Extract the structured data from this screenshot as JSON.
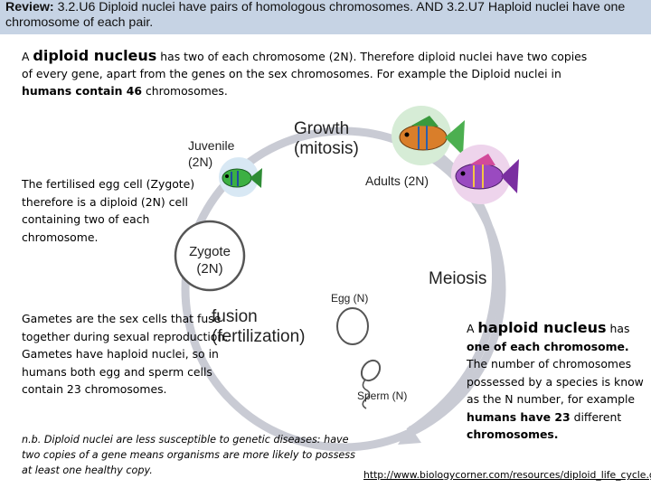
{
  "header": {
    "review_label": "Review:",
    "review_text": " 3.2.U6 Diploid nuclei have pairs of homologous chromosomes.  AND 3.2.U7 Haploid nuclei have one chromosome of each pair."
  },
  "intro": {
    "prefix": "A ",
    "term": "diploid nucleus",
    "text1": " has two of each chromosome (2N). Therefore diploid nuclei have two copies of every gene, apart from the genes on the sex chromosomes. For example the Diploid nuclei in ",
    "bold1": "humans contain 46",
    "text2": " chromosomes."
  },
  "diagram": {
    "growth_line1": "Growth",
    "growth_line2": "(mitosis)",
    "juvenile_line1": "Juvenile",
    "juvenile_line2": "(2N)",
    "adults": "Adults (2N)",
    "zygote_line1": "Zygote",
    "zygote_line2": "(2N)",
    "meiosis": "Meiosis",
    "egg": "Egg (N)",
    "sperm": "Sperm (N)",
    "fusion_line1": "fusion",
    "fusion_line2": "(fertilization)"
  },
  "egg_note": "The fertilised egg cell (Zygote) therefore is a diploid (2N) cell containing two of each chromosome.",
  "gametes_note": "Gametes are the sex cells that fuse together during sexual reproduction. Gametes have haploid nuclei, so in humans both egg and sperm cells contain 23 chromosomes.",
  "nb_note": "n.b. Diploid nuclei are less susceptible to genetic diseases: have two copies of a gene means organisms are more likely to possess at least one healthy copy.",
  "haploid": {
    "prefix": "A ",
    "term": "haploid nucleus",
    "text1": " has ",
    "bold1": "one of each chromosome.",
    "text2": " The number of chromosomes possessed by a species is know as the N number, for example ",
    "bold2": "humans have 23",
    "text3": " different ",
    "bold3": "chromosomes."
  },
  "source_link": "http://www.biologycorner.com/resources/diploid_life_cycle.gif",
  "colors": {
    "header_bg": "#c6d3e4",
    "cycle_ring": "#c9cbd4",
    "circle_stroke": "#555555"
  }
}
